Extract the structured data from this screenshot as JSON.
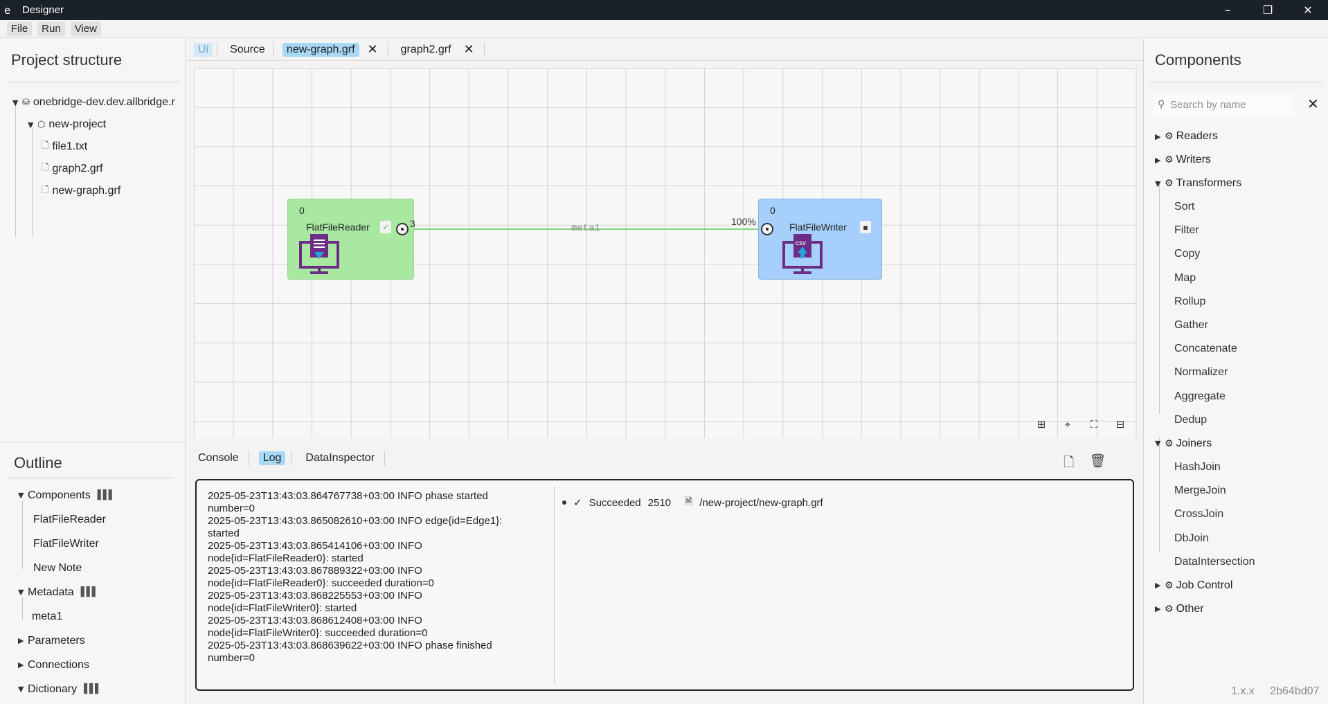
{
  "window": {
    "app_icon": "e",
    "title": "Designer",
    "controls": [
      "–",
      "❐",
      "✕"
    ]
  },
  "menu": [
    "File",
    "Run",
    "View"
  ],
  "project": {
    "title": "Project structure",
    "root": "onebridge-dev.dev.allbridge.r",
    "project": "new-project",
    "files": [
      "file1.txt",
      "graph2.grf",
      "new-graph.grf"
    ]
  },
  "outline": {
    "title": "Outline",
    "components_label": "Components",
    "components": [
      "FlatFileReader",
      "FlatFileWriter",
      "New Note"
    ],
    "metadata_label": "Metadata",
    "metadata": [
      "meta1"
    ],
    "parameters_label": "Parameters",
    "connections_label": "Connections",
    "dictionary_label": "Dictionary"
  },
  "tabs": {
    "ui": "Ui",
    "source": "Source",
    "open": [
      "new-graph.grf",
      "graph2.grf"
    ]
  },
  "canvas": {
    "reader": {
      "count": "0",
      "label": "FlatFileReader",
      "status": "✓",
      "port_count": "3"
    },
    "writer": {
      "count": "0",
      "label": "FlatFileWriter",
      "status": "▪",
      "percent": "100%",
      "badge": "csv"
    },
    "edge_label": "meta1"
  },
  "bottom": {
    "tabs": [
      "Console",
      "Log",
      "DataInspector"
    ],
    "log": [
      "2025-05-23T13:43:03.864767738+03:00  INFO phase started number=0",
      "2025-05-23T13:43:03.865082610+03:00  INFO edge{id=Edge1}: started",
      "2025-05-23T13:43:03.865414106+03:00  INFO node{id=FlatFileReader0}: started",
      "2025-05-23T13:43:03.867889322+03:00  INFO node{id=FlatFileReader0}: succeeded duration=0",
      "2025-05-23T13:43:03.868225553+03:00  INFO node{id=FlatFileWriter0}: started",
      "2025-05-23T13:43:03.868612408+03:00  INFO node{id=FlatFileWriter0}: succeeded duration=0",
      "2025-05-23T13:43:03.868639622+03:00  INFO phase finished number=0"
    ],
    "run": {
      "status": "Succeeded",
      "count": "2510",
      "path": "/new-project/new-graph.grf"
    }
  },
  "components": {
    "title": "Components",
    "search_placeholder": "Search by name",
    "groups": [
      "Readers",
      "Writers",
      "Transformers",
      "Joiners",
      "Job Control",
      "Other"
    ],
    "transformers": [
      "Sort",
      "Filter",
      "Copy",
      "Map",
      "Rollup",
      "Gather",
      "Concatenate",
      "Normalizer",
      "Aggregate",
      "Dedup"
    ],
    "joiners": [
      "HashJoin",
      "MergeJoin",
      "CrossJoin",
      "DbJoin",
      "DataIntersection"
    ]
  },
  "version": {
    "number": "1.x.x",
    "hash": "2b64bd07"
  },
  "colors": {
    "reader_node": "#a8e8a0",
    "writer_node": "#a6cffc",
    "selected_tab": "#a7d8f6",
    "edge": "#7fd97a",
    "titlebar": "#1b2128",
    "icon_purple": "#6b2d86"
  }
}
